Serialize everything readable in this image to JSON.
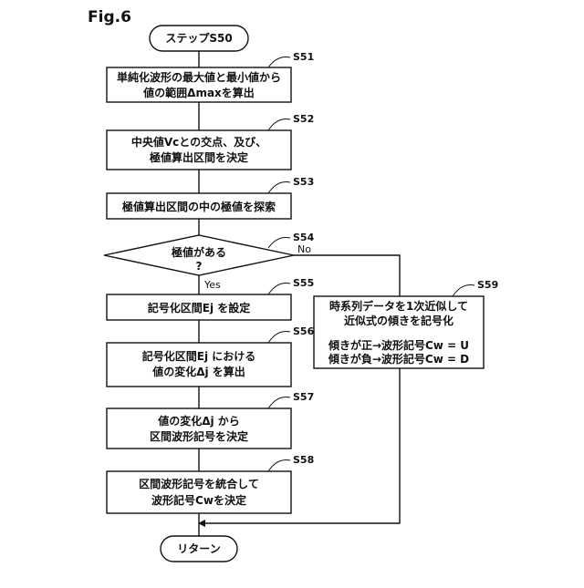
{
  "figure": {
    "title": "Fig.6",
    "terminals": {
      "start": "ステップS50",
      "end": "リターン"
    },
    "steps": {
      "s51": {
        "ref": "S51",
        "lines": [
          "単純化波形の最大値と最小値から",
          "値の範囲Δmaxを算出"
        ]
      },
      "s52": {
        "ref": "S52",
        "lines": [
          "中央値Vcとの交点、及び、",
          "極値算出区間を決定"
        ]
      },
      "s53": {
        "ref": "S53",
        "lines": [
          "極値算出区間の中の極値を探索"
        ]
      },
      "s54": {
        "ref": "S54",
        "lines": [
          "極値がある",
          "?"
        ],
        "yes": "Yes",
        "no": "No"
      },
      "s55": {
        "ref": "S55",
        "lines": [
          "記号化区間Ej を設定"
        ]
      },
      "s56": {
        "ref": "S56",
        "lines": [
          "記号化区間Ej における",
          "値の変化Δj を算出"
        ]
      },
      "s57": {
        "ref": "S57",
        "lines": [
          "値の変化Δj から",
          "区間波形記号を決定"
        ]
      },
      "s58": {
        "ref": "S58",
        "lines": [
          "区間波形記号を統合して",
          "波形記号Cwを決定"
        ]
      },
      "s59": {
        "ref": "S59",
        "lines": [
          "時系列データを1次近似して",
          "近似式の傾きを記号化",
          "",
          "傾きが正→波形記号Cw = U",
          "傾きが負→波形記号Cw = D"
        ]
      }
    }
  }
}
